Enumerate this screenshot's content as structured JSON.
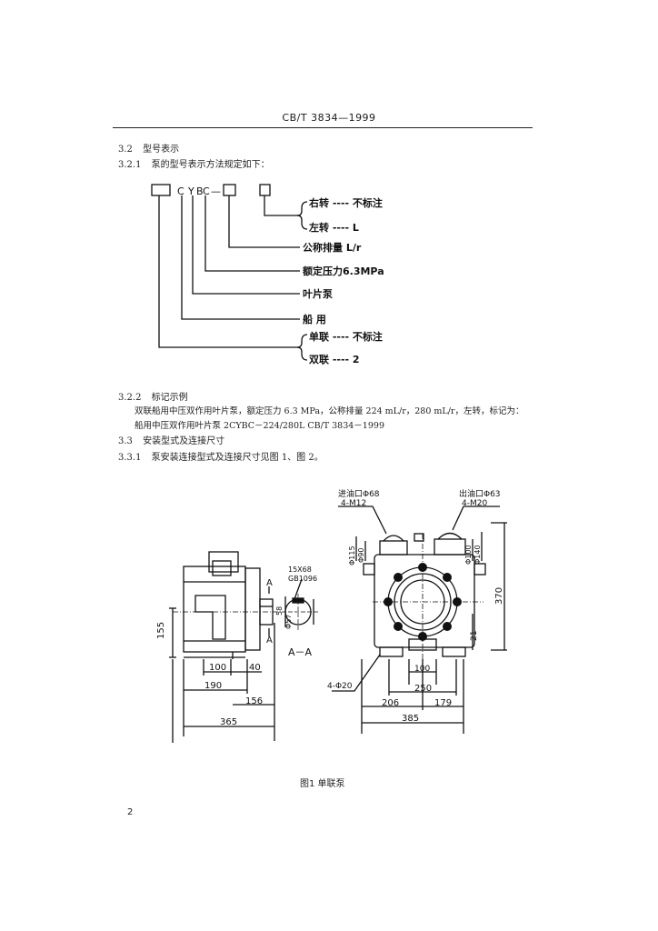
{
  "header": {
    "standard": "CB/T 3834—1999"
  },
  "sections": {
    "s32": {
      "num": "3.2",
      "title": "型号表示"
    },
    "s321": {
      "num": "3.2.1",
      "text": "泵的型号表示方法规定如下："
    },
    "s322": {
      "num": "3.2.2",
      "title": "标记示例"
    },
    "s322_p1": "双联船用中压双作用叶片泵，额定压力 6.3 MPa，公称排量 224 mL/r，280 mL/r，左转，标记为：",
    "s322_p2": "船用中压双作用叶片泵   2CYBC－224/280L  CB/T 3834－1999",
    "s33": {
      "num": "3.3",
      "title": "安装型式及连接尺寸"
    },
    "s331": {
      "num": "3.3.1",
      "text": "泵安装连接型式及连接尺寸见图 1、图 2。"
    }
  },
  "model_diagram": {
    "code_chars": [
      "C",
      "Y",
      "B",
      "C",
      "—"
    ],
    "labels": {
      "right_turn": "右转 ---- 不标注",
      "left_turn": "左转 ---- L",
      "displacement": "公称排量 L/r",
      "pressure": "额定压力6.3MPa",
      "vane_pump": "叶片泵",
      "marine": "船  用",
      "single": "单联 ---- 不标注",
      "double": "双联 ---- 2"
    }
  },
  "figure": {
    "caption": "图1   单联泵",
    "inlet_label": "进油口Φ68",
    "inlet_bolts": "4-M12",
    "outlet_label": "出油口Φ63",
    "outlet_bolts": "4-M20",
    "key_label": "15X68",
    "key_std": "GB1096",
    "section_mark": "A",
    "section_label": "A－A",
    "dims": {
      "d155": "155",
      "d100_left": "100",
      "d40": "40",
      "d190": "190",
      "d156": "156",
      "d365": "365",
      "d58": "58",
      "d57": "Φ57",
      "d115": "Φ115",
      "d90": "Φ90",
      "d100_right": "Φ100",
      "d140": "Φ140",
      "d370": "370",
      "d21": "21",
      "d100_bot": "100",
      "d250": "250",
      "d206": "206",
      "d179": "179",
      "d385": "385",
      "d4_20": "4-Φ20"
    }
  },
  "page_number": "2"
}
